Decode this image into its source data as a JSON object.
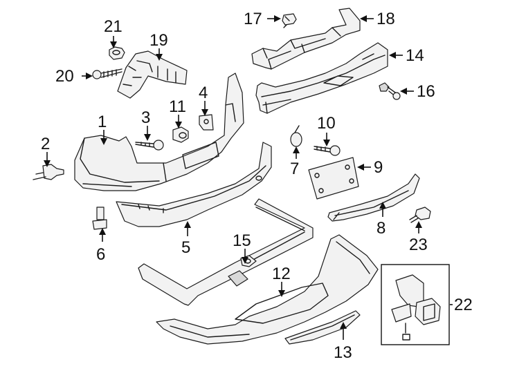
{
  "callouts": [
    {
      "id": "c1",
      "label": "1"
    },
    {
      "id": "c2",
      "label": "2"
    },
    {
      "id": "c3",
      "label": "3"
    },
    {
      "id": "c4",
      "label": "4"
    },
    {
      "id": "c5",
      "label": "5"
    },
    {
      "id": "c6",
      "label": "6"
    },
    {
      "id": "c7",
      "label": "7"
    },
    {
      "id": "c8",
      "label": "8"
    },
    {
      "id": "c9",
      "label": "9"
    },
    {
      "id": "c10",
      "label": "10"
    },
    {
      "id": "c11",
      "label": "11"
    },
    {
      "id": "c12",
      "label": "12"
    },
    {
      "id": "c13",
      "label": "13"
    },
    {
      "id": "c14",
      "label": "14"
    },
    {
      "id": "c15",
      "label": "15"
    },
    {
      "id": "c16",
      "label": "16"
    },
    {
      "id": "c17",
      "label": "17"
    },
    {
      "id": "c18",
      "label": "18"
    },
    {
      "id": "c19",
      "label": "19"
    },
    {
      "id": "c20",
      "label": "20"
    },
    {
      "id": "c21",
      "label": "21"
    },
    {
      "id": "c22",
      "label": "22"
    },
    {
      "id": "c23",
      "label": "23"
    }
  ]
}
